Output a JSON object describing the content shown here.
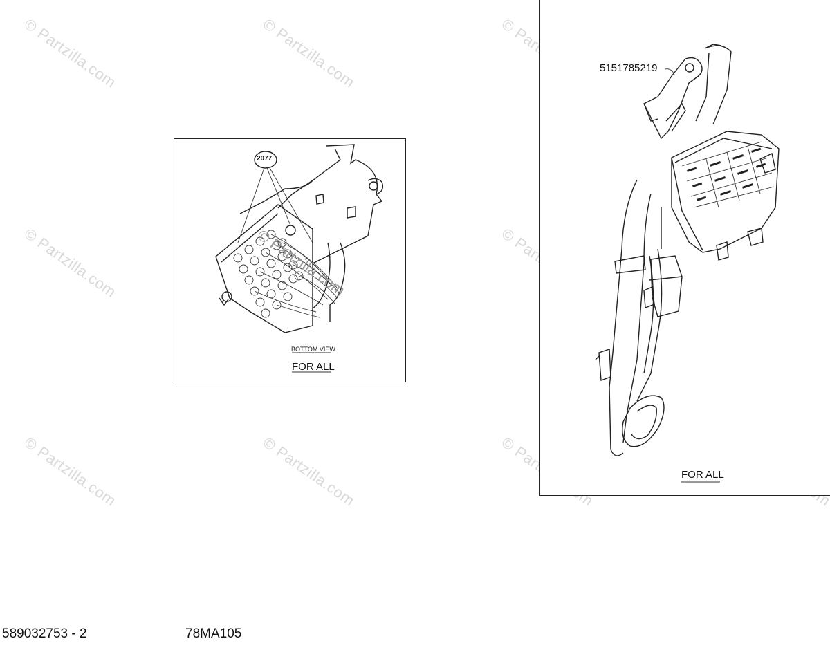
{
  "watermark": {
    "text": "© Partzilla.com"
  },
  "left_panel": {
    "callout": "2077",
    "view_label": "BOTTOM VIEW",
    "applicability": "FOR ALL"
  },
  "right_panel": {
    "callout": "5151785219",
    "applicability": "FOR ALL"
  },
  "footer": {
    "part_ref": "589032753 - 2",
    "diagram_code": "78MA105"
  }
}
